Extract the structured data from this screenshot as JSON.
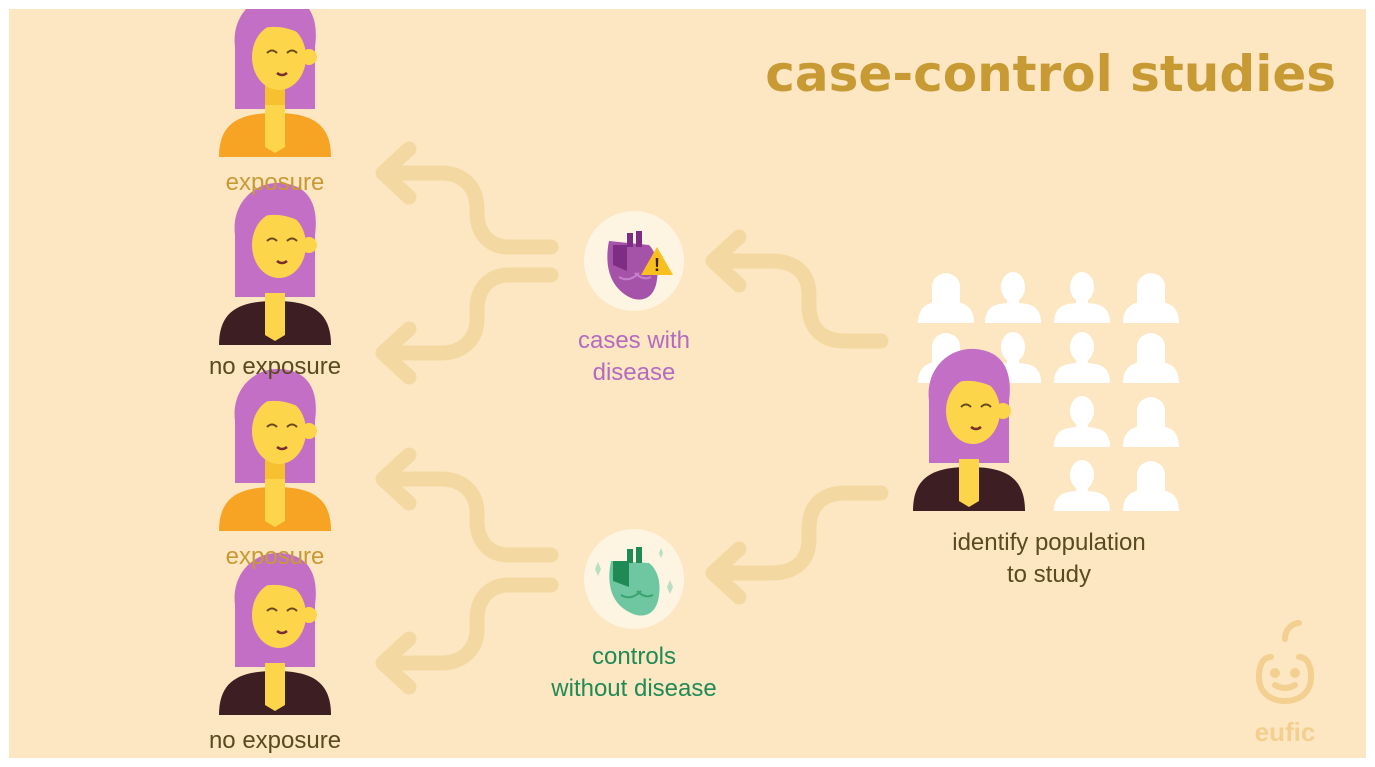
{
  "title": "case-control studies",
  "labels": {
    "exposure_1": "exposure",
    "no_exposure_1": "no exposure",
    "exposure_2": "exposure",
    "no_exposure_2": "no exposure",
    "cases_line1": "cases with",
    "cases_line2": "disease",
    "controls_line1": "controls",
    "controls_line2": "without disease",
    "population_line1": "identify population",
    "population_line2": "to study"
  },
  "logo": "eufic",
  "icons": {
    "cases": "diseased-heart-icon",
    "controls": "healthy-heart-icon",
    "person": "woman-icon",
    "crowd": "population-silhouette-icon"
  },
  "colors": {
    "background": "#fde7c2",
    "title": "#c89a34",
    "hair": "#c46fc6",
    "skin": "#fcd54b",
    "shirt_exposure": "#f7a323",
    "shirt_no_exposure": "#3d1e22",
    "arrow": "#f3d9a1",
    "cases_text": "#b46bc0",
    "controls_text": "#1f8a55"
  }
}
